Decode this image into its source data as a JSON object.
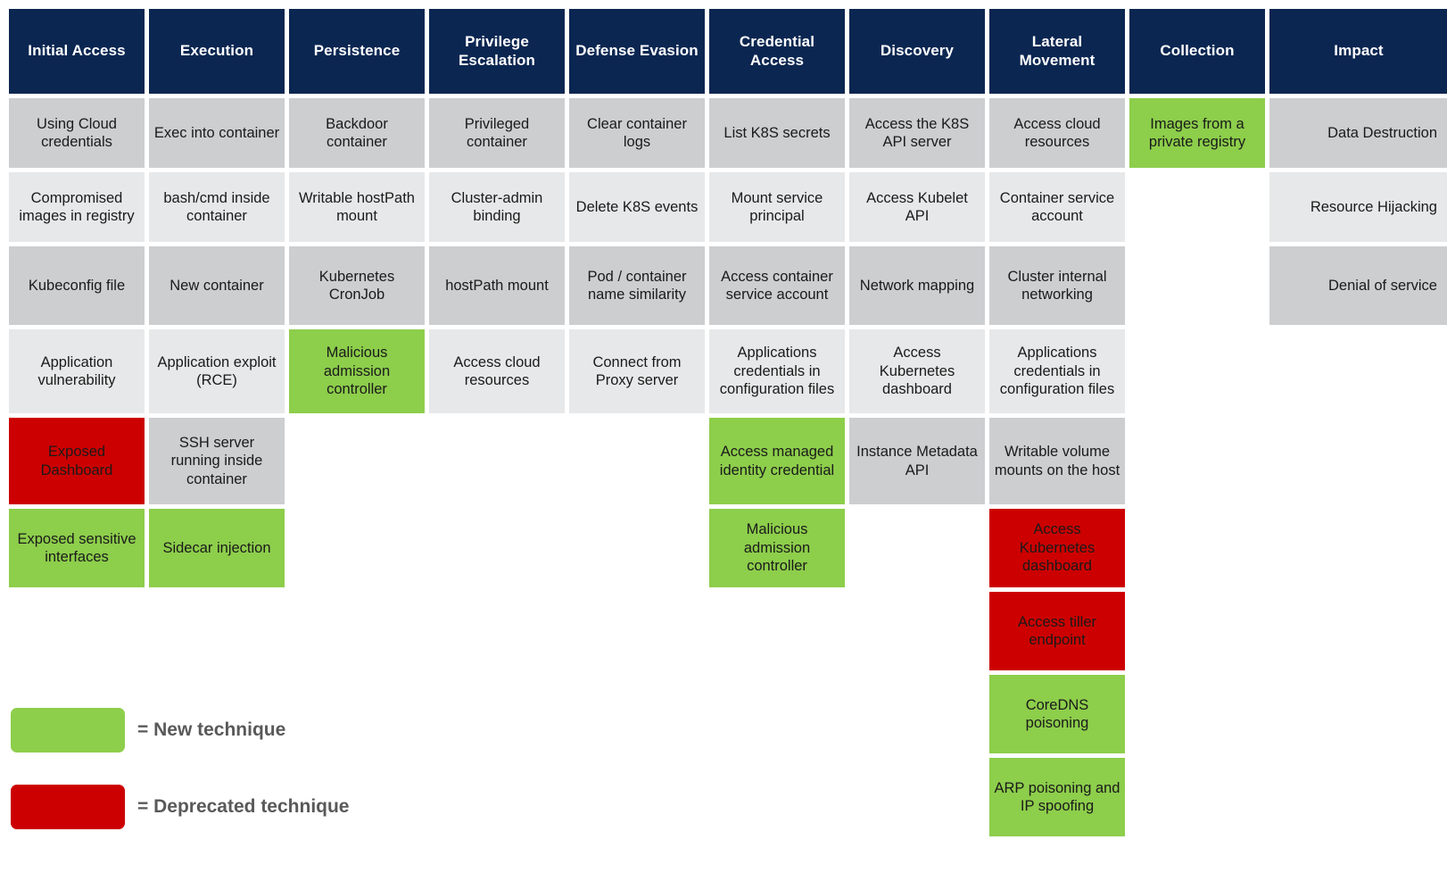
{
  "title": "Kubernetes Threat Matrix",
  "colors": {
    "header_navy": "#0B2651",
    "row_gray_dark": "#CCCED0",
    "row_gray_light": "#E7E8E9",
    "new_technique_green": "#8DCE4B",
    "deprecated_red": "#CC0000",
    "legend_text": "#595959"
  },
  "matrix": {
    "columns": [
      {
        "header": "Initial Access",
        "cells": [
          {
            "label": "Using Cloud credentials",
            "state": "gray-dark",
            "height": 78
          },
          {
            "label": "Compromised images in registry",
            "state": "gray-light",
            "height": 78
          },
          {
            "label": "Kubeconfig file",
            "state": "gray-dark",
            "height": 88
          },
          {
            "label": "Application vulnerability",
            "state": "gray-light",
            "height": 94
          },
          {
            "label": "Exposed Dashboard",
            "state": "red",
            "height": 97
          },
          {
            "label": "Exposed sensitive interfaces",
            "state": "green",
            "height": 88
          }
        ]
      },
      {
        "header": "Execution",
        "cells": [
          {
            "label": "Exec into container",
            "state": "gray-dark",
            "height": 78
          },
          {
            "label": "bash/cmd inside container",
            "state": "gray-light",
            "height": 78
          },
          {
            "label": "New container",
            "state": "gray-dark",
            "height": 88
          },
          {
            "label": "Application exploit (RCE)",
            "state": "gray-light",
            "height": 94
          },
          {
            "label": "SSH server running inside container",
            "state": "gray-dark",
            "height": 97
          },
          {
            "label": "Sidecar injection",
            "state": "green",
            "height": 88
          }
        ]
      },
      {
        "header": "Persistence",
        "cells": [
          {
            "label": "Backdoor container",
            "state": "gray-dark",
            "height": 78
          },
          {
            "label": "Writable hostPath mount",
            "state": "gray-light",
            "height": 78
          },
          {
            "label": "Kubernetes CronJob",
            "state": "gray-dark",
            "height": 88
          },
          {
            "label": "Malicious admission controller",
            "state": "green",
            "height": 94
          }
        ]
      },
      {
        "header": "Privilege Escalation",
        "cells": [
          {
            "label": "Privileged container",
            "state": "gray-dark",
            "height": 78
          },
          {
            "label": "Cluster-admin binding",
            "state": "gray-light",
            "height": 78
          },
          {
            "label": "hostPath mount",
            "state": "gray-dark",
            "height": 88
          },
          {
            "label": "Access cloud resources",
            "state": "gray-light",
            "height": 94
          }
        ]
      },
      {
        "header": "Defense Evasion",
        "cells": [
          {
            "label": "Clear container logs",
            "state": "gray-dark",
            "height": 78
          },
          {
            "label": "Delete K8S events",
            "state": "gray-light",
            "height": 78
          },
          {
            "label": "Pod / container name similarity",
            "state": "gray-dark",
            "height": 88
          },
          {
            "label": "Connect from Proxy server",
            "state": "gray-light",
            "height": 94
          }
        ]
      },
      {
        "header": "Credential Access",
        "cells": [
          {
            "label": "List K8S secrets",
            "state": "gray-dark",
            "height": 78
          },
          {
            "label": "Mount service principal",
            "state": "gray-light",
            "height": 78
          },
          {
            "label": "Access container service account",
            "state": "gray-dark",
            "height": 88
          },
          {
            "label": "Applications credentials in configuration files",
            "state": "gray-light",
            "height": 94
          },
          {
            "label": "Access managed identity credential",
            "state": "green",
            "height": 97
          },
          {
            "label": "Malicious admission controller",
            "state": "green",
            "height": 88
          }
        ]
      },
      {
        "header": "Discovery",
        "cells": [
          {
            "label": "Access the K8S API server",
            "state": "gray-dark",
            "height": 78
          },
          {
            "label": "Access Kubelet API",
            "state": "gray-light",
            "height": 78
          },
          {
            "label": "Network mapping",
            "state": "gray-dark",
            "height": 88
          },
          {
            "label": "Access Kubernetes dashboard",
            "state": "gray-light",
            "height": 94
          },
          {
            "label": "Instance Metadata API",
            "state": "gray-dark",
            "height": 97
          }
        ]
      },
      {
        "header": "Lateral Movement",
        "cells": [
          {
            "label": "Access cloud resources",
            "state": "gray-dark",
            "height": 78
          },
          {
            "label": "Container service account",
            "state": "gray-light",
            "height": 78
          },
          {
            "label": "Cluster internal networking",
            "state": "gray-dark",
            "height": 88
          },
          {
            "label": "Applications credentials in configuration files",
            "state": "gray-light",
            "height": 94
          },
          {
            "label": "Writable volume mounts on the host",
            "state": "gray-dark",
            "height": 97
          },
          {
            "label": "Access Kubernetes dashboard",
            "state": "red",
            "height": 88
          },
          {
            "label": "Access tiller endpoint",
            "state": "red",
            "height": 88
          },
          {
            "label": "CoreDNS poisoning",
            "state": "green",
            "height": 88
          },
          {
            "label": "ARP poisoning and IP spoofing",
            "state": "green",
            "height": 88
          }
        ]
      },
      {
        "header": "Collection",
        "cells": [
          {
            "label": "Images from a private registry",
            "state": "green",
            "height": 78
          }
        ]
      },
      {
        "header": "Impact",
        "cells": [
          {
            "label": "Data Destruction",
            "state": "gray-dark",
            "height": 78
          },
          {
            "label": "Resource Hijacking",
            "state": "gray-light",
            "height": 78
          },
          {
            "label": "Denial of service",
            "state": "gray-dark",
            "height": 88
          }
        ]
      }
    ]
  },
  "legend": {
    "items": [
      {
        "swatch": "green",
        "label": "= New technique"
      },
      {
        "swatch": "red",
        "label": "= Deprecated technique"
      }
    ]
  }
}
